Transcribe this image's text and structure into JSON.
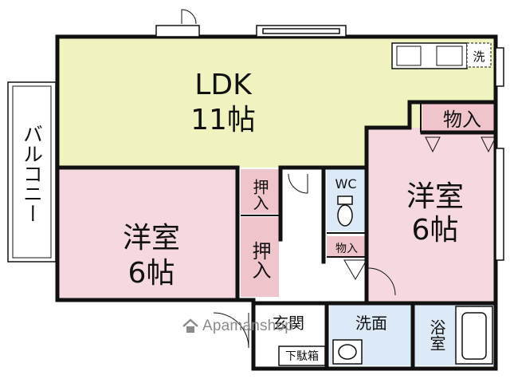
{
  "colors": {
    "ldk": "#f0f2c0",
    "bedroom": "#f6d9de",
    "closet": "#f0c4cb",
    "wet": "#dce9f7",
    "wall": "#111111",
    "watermark": "#8a8a8a"
  },
  "rooms": {
    "ldk_name": "LDK",
    "ldk_size": "11帖",
    "west_room_name": "洋室",
    "west_room_size": "6帖",
    "east_room_name": "洋室",
    "east_room_size": "6帖",
    "balcony": "バルコニー",
    "closet_top_right": "物入",
    "oshiire_1": "押入",
    "oshiire_2": "押入",
    "wc": "WC",
    "storage_small": "物入",
    "entrance": "玄関",
    "washroom": "洗面",
    "bathroom": "浴室",
    "shoe_box": "下駄箱",
    "laundry_mark": "洗"
  },
  "watermark": {
    "text": "Apamanshop",
    "icon": "house-icon"
  }
}
